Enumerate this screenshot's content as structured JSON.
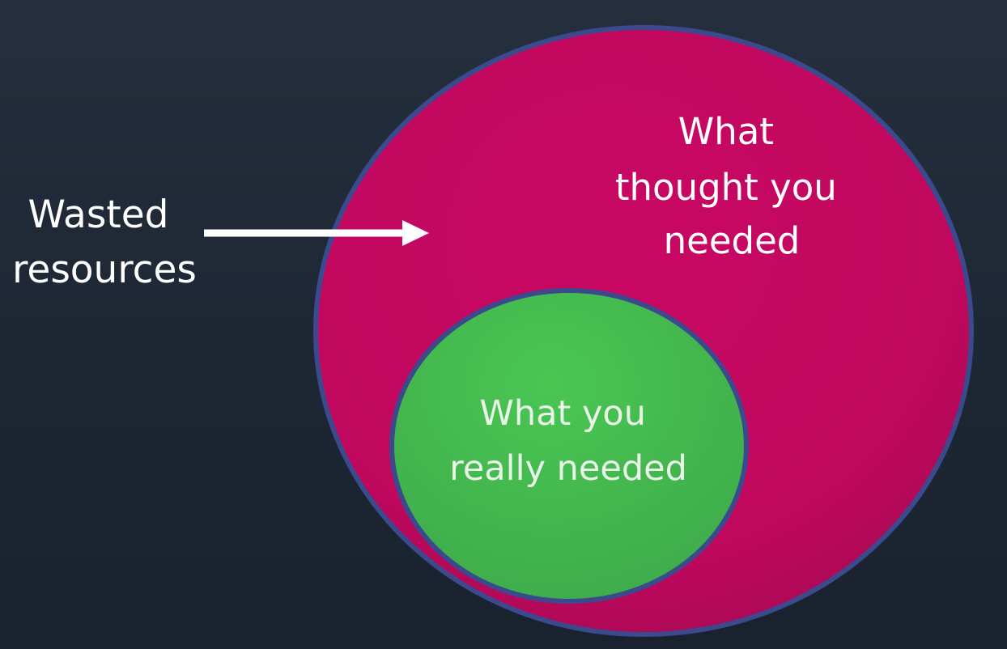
{
  "diagram": {
    "wasted_label": [
      "Wasted",
      "resources"
    ],
    "outer_label": [
      "What",
      "thought you",
      "needed"
    ],
    "inner_label": [
      "What you",
      "really needed"
    ]
  },
  "colors": {
    "background": "#1f2835",
    "outer_fill": "#c4085f",
    "inner_fill": "#47c352",
    "circle_border": "#3b4a8c",
    "arrow": "#ffffff"
  },
  "icons": {
    "arrow": "right-arrow-icon"
  }
}
